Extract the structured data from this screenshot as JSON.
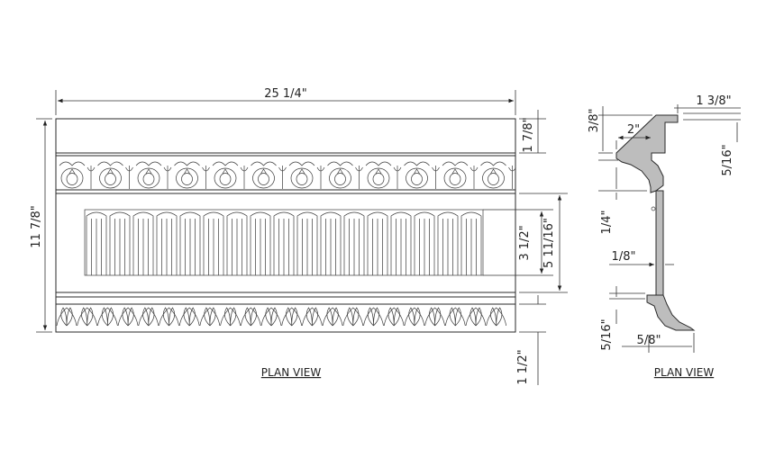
{
  "plan_view_left": {
    "caption": "PLAN VIEW",
    "dims": {
      "overall_width": "25 1/4\"",
      "overall_height": "11 7/8\"",
      "top_band": "1 7/8\"",
      "flute_panel": "3 1/2\"",
      "middle_zone": "5 11/16\"",
      "bottom_band": "1 1/2\""
    }
  },
  "plan_view_right": {
    "caption": "PLAN VIEW",
    "dims": {
      "top_width": "1 3/8\"",
      "top_step": "3/8\"",
      "top_offset": "2\"",
      "upper_height": "5/16\"",
      "face_height": "1/4\"",
      "face_thickness": "1/8\"",
      "bottom_height": "5/16\"",
      "bottom_width": "5/8\""
    }
  }
}
